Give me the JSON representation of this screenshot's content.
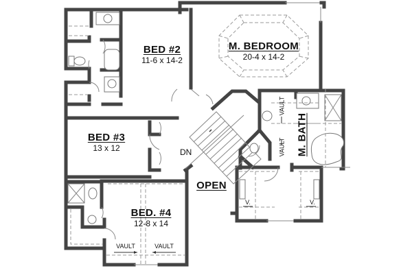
{
  "plan": {
    "rooms": {
      "bed2": {
        "name": "BED #2",
        "dims": "11-6 x 14-2"
      },
      "master_bedroom": {
        "name": "M. BEDROOM",
        "dims": "20-4 x 14-2"
      },
      "bed3": {
        "name": "BED #3",
        "dims": "13 x 12"
      },
      "bed4": {
        "name": "BED. #4",
        "dims": "12-8 x 14"
      },
      "master_bath": {
        "name": "M. BATH"
      },
      "open": {
        "name": "OPEN"
      }
    },
    "stair": {
      "label": "DN"
    },
    "annotations": {
      "vault_bed4_left": "VAULT",
      "vault_bed4_right": "VAULT",
      "vault_bath_upper": "VAULT",
      "vault_bath_lower": "VAULT",
      "v_left": "V.",
      "v_right": "V."
    }
  }
}
